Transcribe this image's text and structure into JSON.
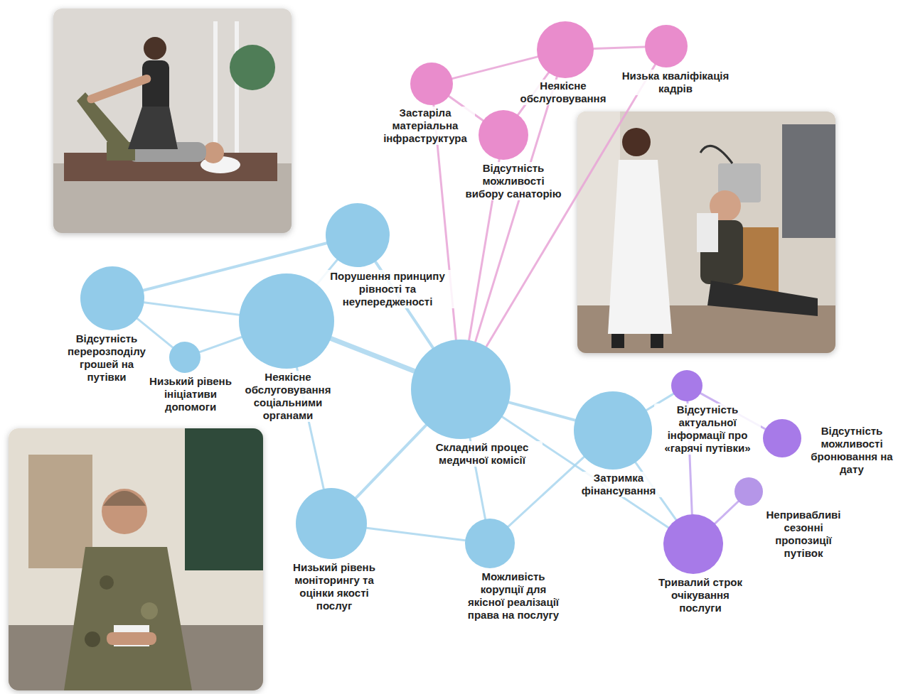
{
  "diagram": {
    "nodes": [
      {
        "text": [
          "Застаріла матеріальна інфраструктура"
        ]
      },
      {
        "text": [
          "Неякісне обслуговування"
        ]
      },
      {
        "text": [
          "Низька кваліфікація кадрів"
        ]
      },
      {
        "text": [
          "Відсутність можливості вибору санаторію"
        ]
      },
      {
        "text": [
          "Порушення принципу рівності та неупередженості"
        ]
      },
      {
        "text": [
          "Відсутність перерозподілу грошей на путівки"
        ]
      },
      {
        "text": [
          "Низький рівень ініціативи допомоги"
        ]
      },
      {
        "text": [
          "Неякісне обслуговування соціальними органами"
        ]
      },
      {
        "text": [
          "Складний процес медичної комісії"
        ]
      },
      {
        "text": [
          "Відсутність актуальної інформації про «гарячі путівки»"
        ]
      },
      {
        "text": [
          "Затримка фінансування"
        ]
      },
      {
        "text": [
          "Відсутність можливості бронювання на дату"
        ]
      },
      {
        "text": [
          "Непривабливі сезонні пропозиції путівок"
        ]
      },
      {
        "text": [
          "Низький рівень моніторингу та оцінки якості послуг"
        ]
      },
      {
        "text": [
          "Можливість корупції для якісної реалізації права на послугу"
        ]
      },
      {
        "text": [
          "Тривалий строк очікування послуги"
        ]
      }
    ],
    "edges": [
      {
        "from": 0,
        "to": 1,
        "arrow": "none"
      },
      {
        "from": 1,
        "to": 2,
        "arrow": "none"
      },
      {
        "from": 0,
        "to": 3,
        "arrow": "none"
      },
      {
        "from": 3,
        "to": 1,
        "arrow": "none"
      },
      {
        "from": 0,
        "to": 8,
        "arrow": "none"
      },
      {
        "from": 3,
        "to": 8,
        "arrow": "none"
      },
      {
        "from": 1,
        "to": 8,
        "arrow": "none"
      },
      {
        "from": 2,
        "to": 8,
        "arrow": "none"
      },
      {
        "from": 5,
        "to": 4,
        "arrow": "none"
      },
      {
        "from": 5,
        "to": 6,
        "arrow": "none"
      },
      {
        "from": 5,
        "to": 7,
        "arrow": "none"
      },
      {
        "from": 6,
        "to": 7,
        "arrow": "none"
      },
      {
        "from": 7,
        "to": 4,
        "arrow": "none"
      },
      {
        "from": 7,
        "to": 8,
        "arrow": "none"
      },
      {
        "from": 4,
        "to": 8,
        "arrow": "none"
      },
      {
        "from": 8,
        "to": 10,
        "arrow": "none"
      },
      {
        "from": 8,
        "to": 13,
        "arrow": "none"
      },
      {
        "from": 8,
        "to": 14,
        "arrow": "none"
      },
      {
        "from": 13,
        "to": 14,
        "arrow": "none"
      },
      {
        "from": 10,
        "to": 14,
        "arrow": "none"
      },
      {
        "from": 13,
        "to": 7,
        "arrow": "none"
      },
      {
        "from": 10,
        "to": 9,
        "arrow": "none"
      },
      {
        "from": 10,
        "to": 15,
        "arrow": "none"
      },
      {
        "from": 9,
        "to": 11,
        "arrow": "none"
      },
      {
        "from": 9,
        "to": 15,
        "arrow": "none"
      },
      {
        "from": 12,
        "to": 15,
        "arrow": "none"
      },
      {
        "from": 8,
        "to": 15,
        "arrow": "none"
      }
    ]
  }
}
